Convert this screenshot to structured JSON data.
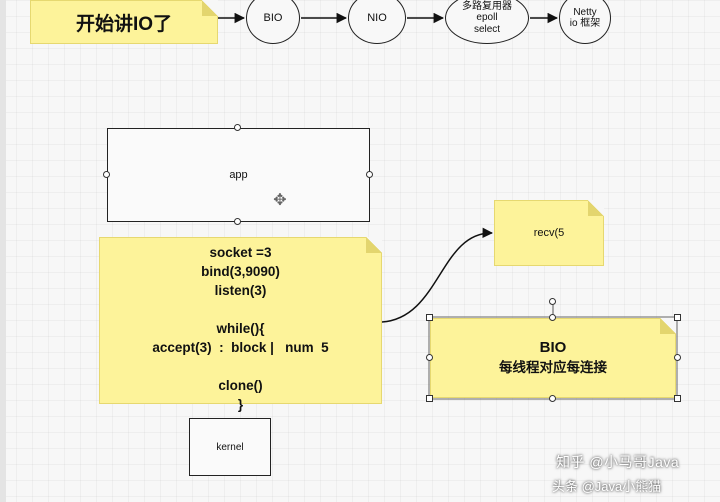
{
  "title_note": "开始讲IO了",
  "flow": [
    "BIO",
    "NIO",
    "多路复用器\nepoll\nselect",
    "Netty\nio 框架"
  ],
  "app_box": "app",
  "code_lines": [
    "socket =3",
    "bind(3,9090)",
    "listen(3)",
    "",
    "while(){",
    "accept(3)  :  block |   num  5",
    "",
    "clone()",
    "}"
  ],
  "recv_note": "recv(5",
  "bio_note": {
    "title": "BIO",
    "subtitle": "每线程对应每连接"
  },
  "kernel_box": "kernel",
  "watermark": {
    "line1": "知乎 @小马哥Java",
    "line2": "头条 @Java小熊猫"
  },
  "colors": {
    "note_yellow": "#fdf39a",
    "stroke": "#222222",
    "background": "#f7f7f7"
  }
}
